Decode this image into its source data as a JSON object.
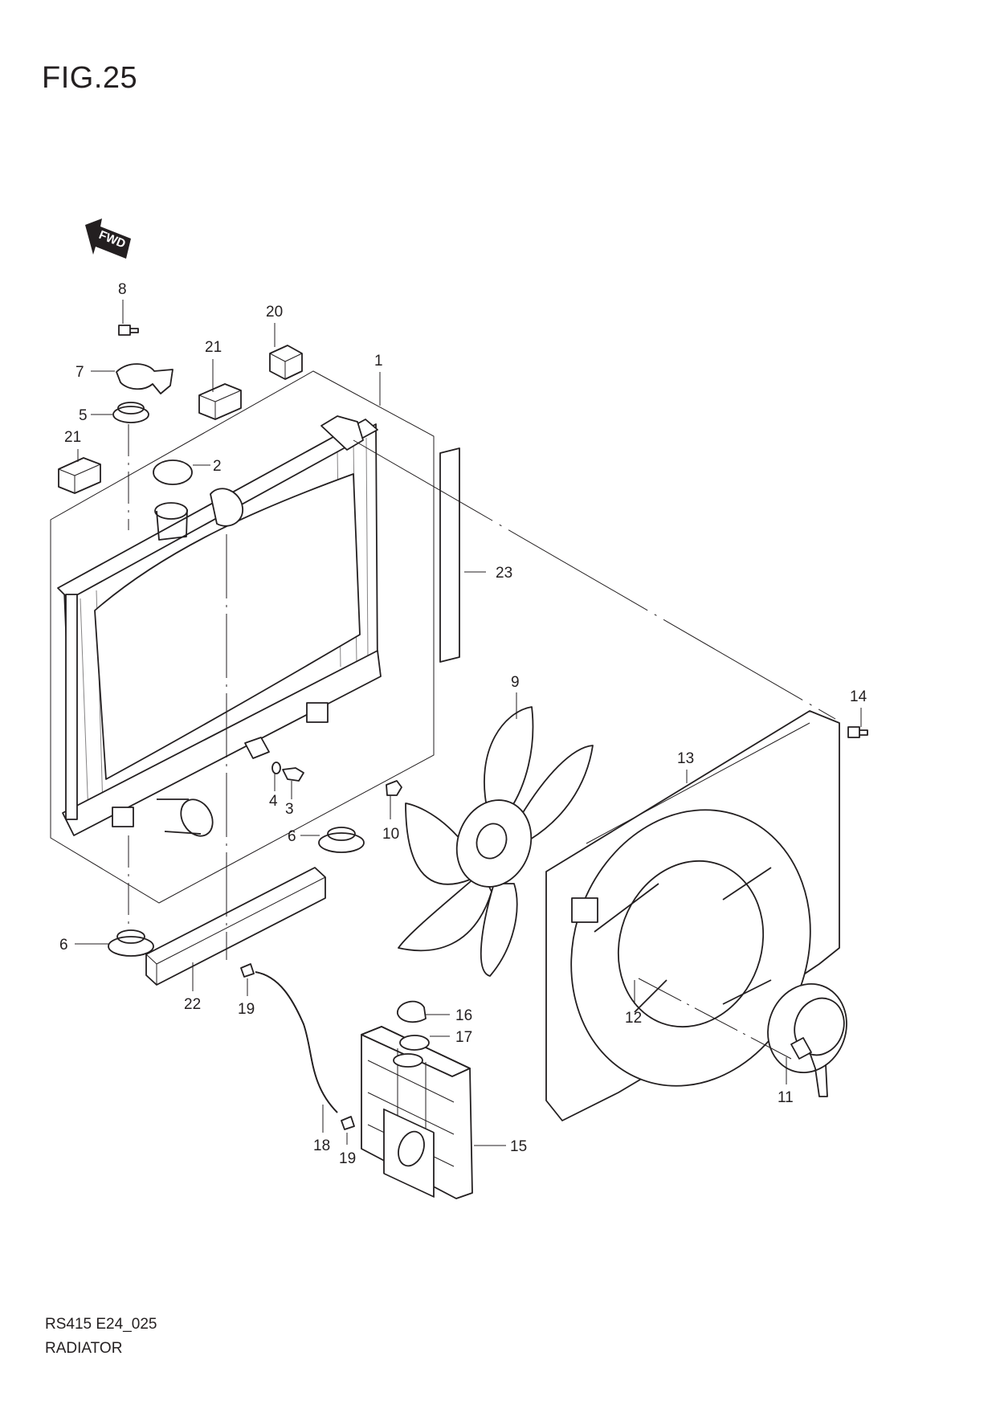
{
  "figure": {
    "title": "FIG.25",
    "code": "RS415 E24_025",
    "name": "RADIATOR",
    "fwd_label": "FWD"
  },
  "callouts": [
    "1",
    "2",
    "3",
    "4",
    "5",
    "6",
    "6",
    "7",
    "8",
    "9",
    "10",
    "11",
    "12",
    "13",
    "14",
    "15",
    "16",
    "17",
    "18",
    "19",
    "19",
    "20",
    "21",
    "21",
    "22",
    "23"
  ]
}
